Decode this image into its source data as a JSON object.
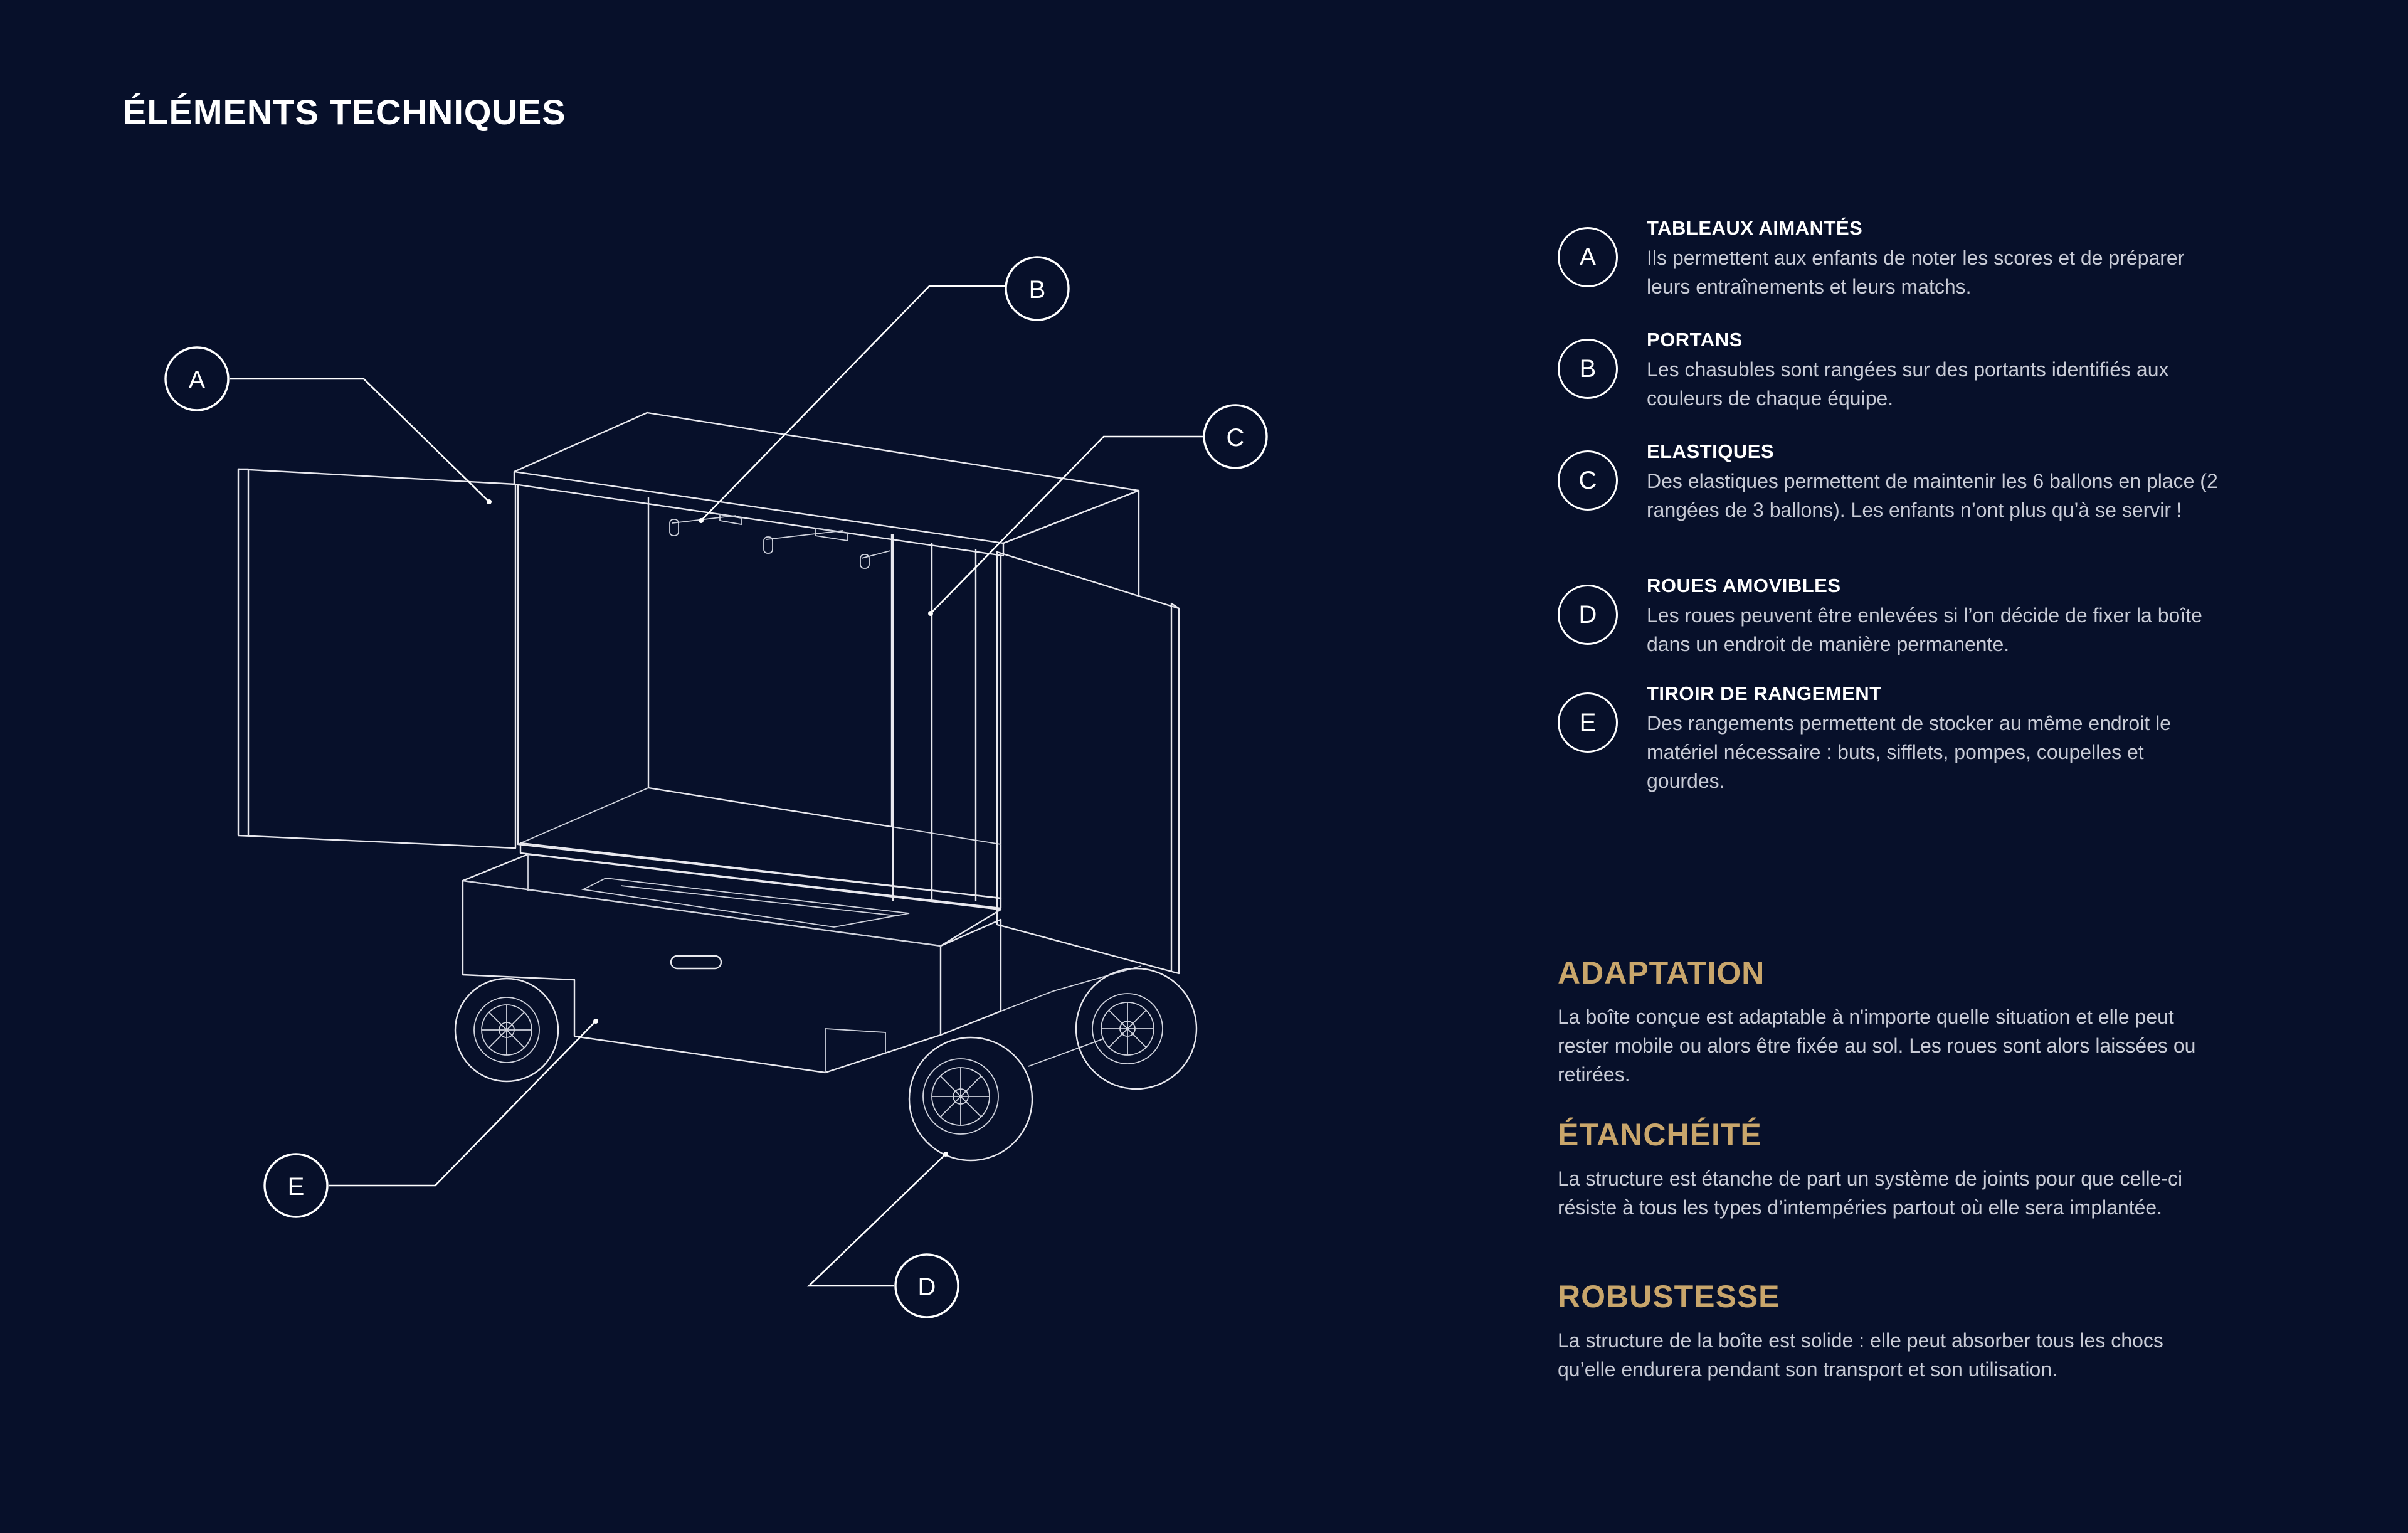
{
  "title": "ÉLÉMENTS TECHNIQUES",
  "callouts": [
    "A",
    "B",
    "C",
    "D",
    "E"
  ],
  "legend": [
    {
      "letter": "A",
      "heading": "TABLEAUX AIMANTÉS",
      "text": "Ils permettent aux enfants de noter les scores et de préparer leurs entraînements et leurs matchs."
    },
    {
      "letter": "B",
      "heading": "PORTANS",
      "text": "Les chasubles sont rangées sur des portants identifiés aux couleurs de chaque équipe."
    },
    {
      "letter": "C",
      "heading": "ELASTIQUES",
      "text": "Des elastiques permettent de maintenir les 6 ballons en place (2 rangées de 3 ballons). Les enfants n’ont plus qu’à se servir !"
    },
    {
      "letter": "D",
      "heading": "ROUES AMOVIBLES",
      "text": "Les roues peuvent être enlevées si l’on décide de fixer la boîte dans un endroit de manière permanente."
    },
    {
      "letter": "E",
      "heading": "TIROIR DE RANGEMENT",
      "text": "Des rangements permettent de stocker au même endroit le matériel nécessaire : buts, sifflets, pompes, coupelles et gourdes."
    }
  ],
  "properties": [
    {
      "title": "ADAPTATION",
      "text": "La boîte conçue est adaptable à n'importe quelle situation et elle peut rester mobile ou alors être fixée au sol. Les roues sont alors laissées ou retirées."
    },
    {
      "title": "ÉTANCHÉITÉ",
      "text": "La structure est étanche de part un système de joints pour que celle-ci résiste à tous les types d’intempéries partout où elle sera implantée."
    },
    {
      "title": "ROBUSTESSE",
      "text": "La structure de la boîte est solide : elle peut absorber tous les chocs qu’elle endurera pendant son transport et son utilisation."
    }
  ],
  "colors": {
    "background": "#07102a",
    "accent": "#c9a66b",
    "text": "#ffffff",
    "muted": "#c8cbd6"
  }
}
